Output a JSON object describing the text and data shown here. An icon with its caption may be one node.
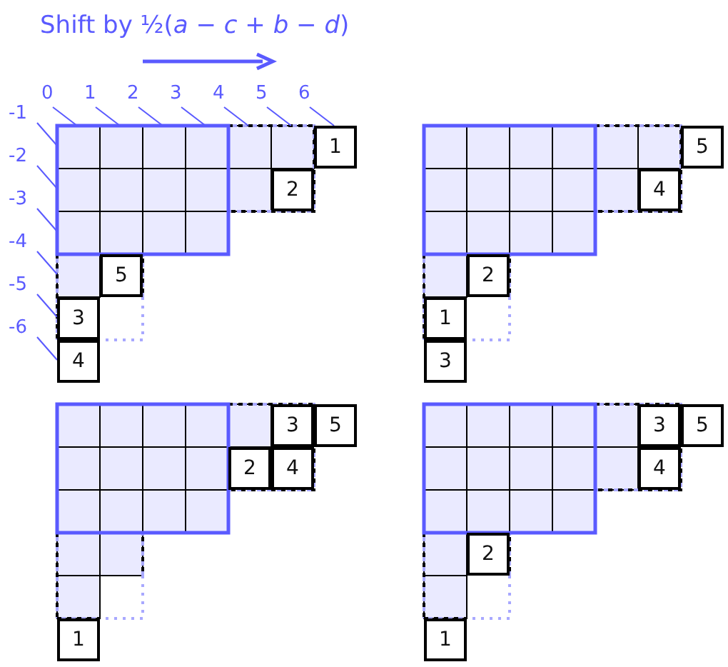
{
  "diagram": {
    "title": "Shift by ½(*a* − *c* + *b* − *d*)",
    "labels": [
      "0",
      "1",
      "2",
      "3",
      "4",
      "5",
      "6",
      "-1",
      "-2",
      "-3",
      "-4",
      "-5",
      "-6",
      "1",
      "2",
      "5",
      "3",
      "4",
      "5",
      "4",
      "2",
      "1",
      "3",
      "3",
      "5",
      "2",
      "4",
      "1",
      "3",
      "5",
      "4",
      "2",
      "1"
    ]
  }
}
